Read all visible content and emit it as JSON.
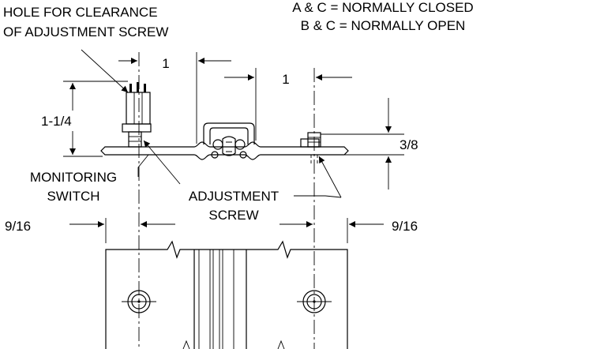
{
  "notes": {
    "hole_line1": "HOLE FOR CLEARANCE",
    "hole_line2": "OF ADJUSTMENT SCREW",
    "contacts_closed": "A & C = NORMALLY CLOSED",
    "contacts_open": "B & C = NORMALLY OPEN"
  },
  "dimensions": {
    "left_width": "1",
    "right_width": "1",
    "switch_height": "1-1/4",
    "plate_height": "3/8",
    "left_offset": "9/16",
    "right_offset": "9/16"
  },
  "callouts": {
    "monitoring_switch_line1": "MONITORING",
    "monitoring_switch_line2": "SWITCH",
    "adjustment_screw_line1": "ADJUSTMENT",
    "adjustment_screw_line2": "SCREW"
  }
}
